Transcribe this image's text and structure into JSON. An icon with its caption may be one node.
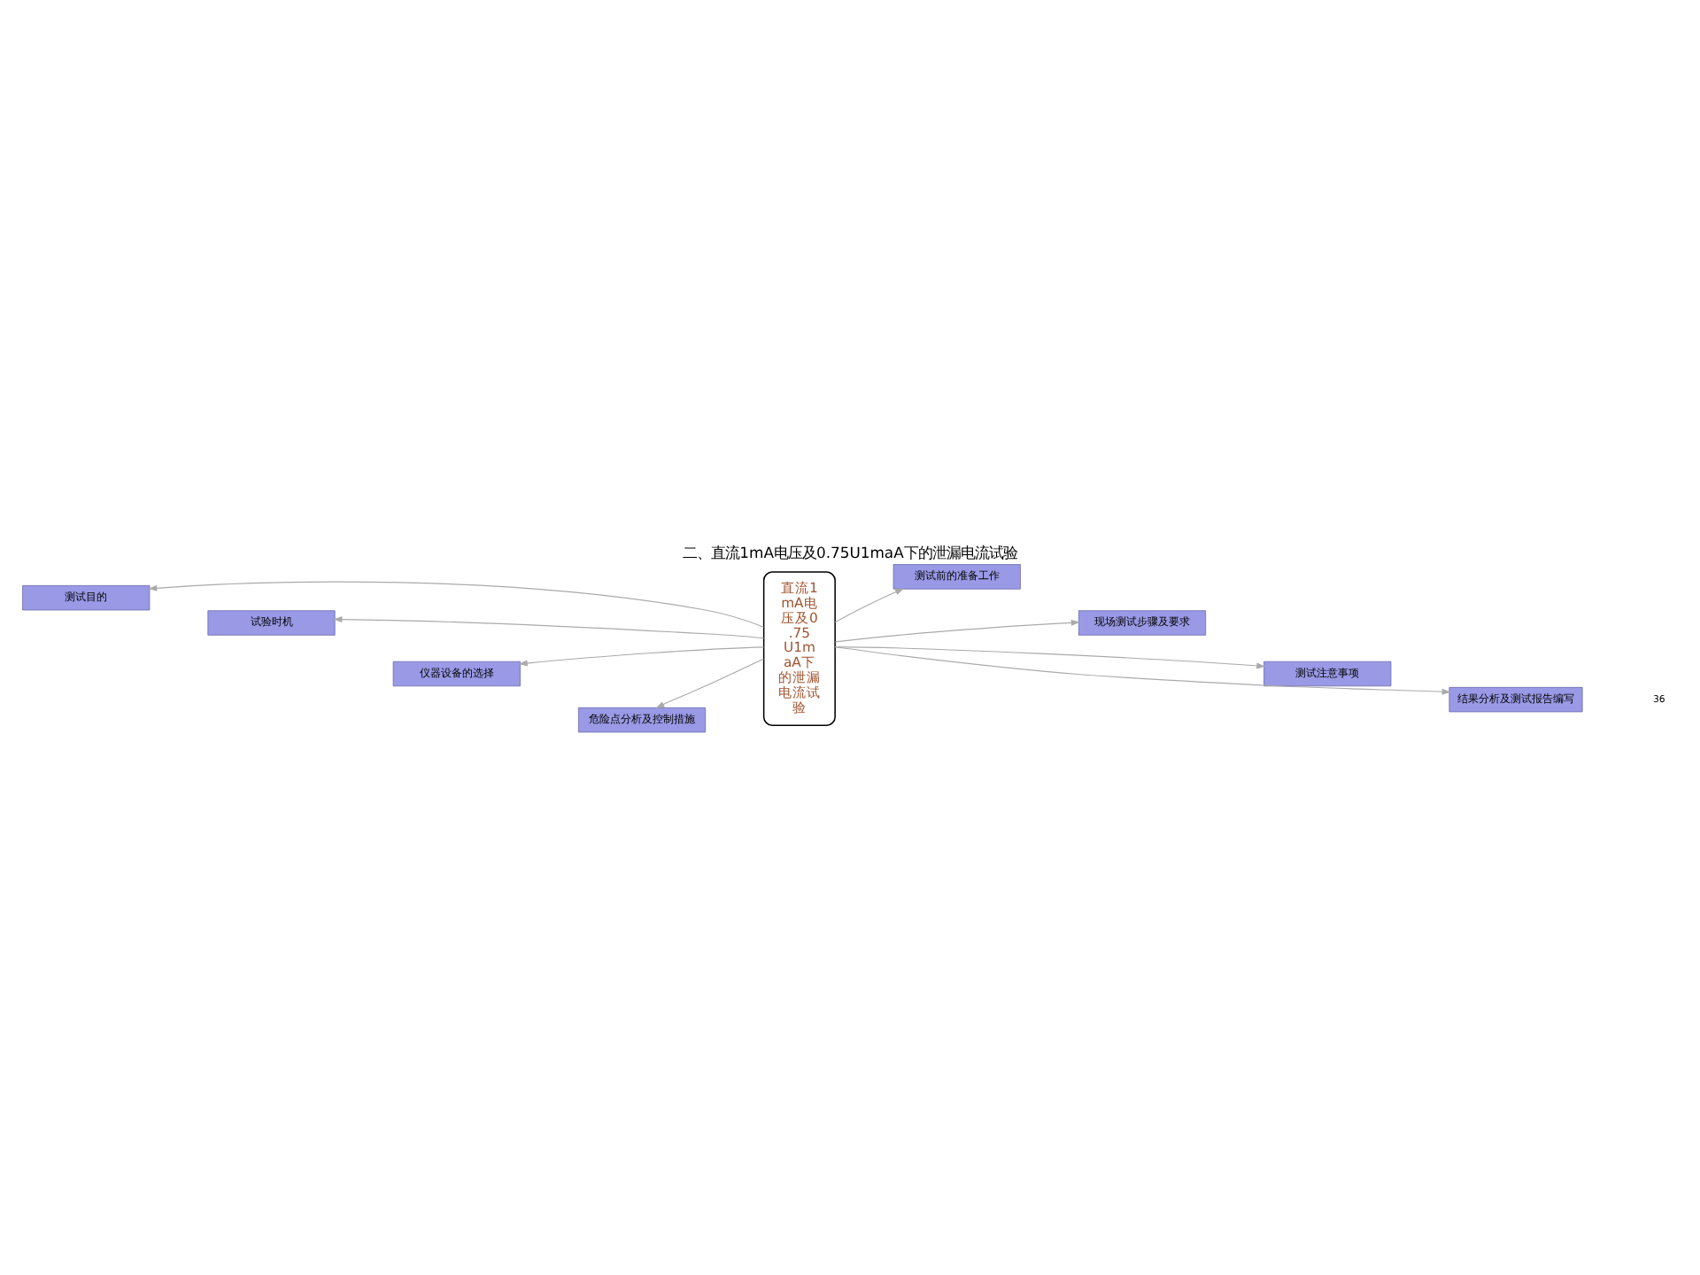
{
  "diagram": {
    "title": "二、直流1mA电压及0.75U1maA下的泄漏电流试验",
    "nodes": [
      {
        "text": [
          "直流1mA电压及0.75U1maA下的泄漏电流试验"
        ]
      },
      {
        "text": [
          "测试目的"
        ]
      },
      {
        "text": [
          "试验时机"
        ]
      },
      {
        "text": [
          "仪器设备的选择"
        ]
      },
      {
        "text": [
          "危险点分析及控制措施"
        ]
      },
      {
        "text": [
          "测试前的准备工作"
        ]
      },
      {
        "text": [
          "现场测试步骤及要求"
        ]
      },
      {
        "text": [
          "测试注意事项"
        ]
      },
      {
        "text": [
          "结果分析及测试报告编写"
        ]
      }
    ],
    "edges": [
      {
        "from": 0,
        "to": 1,
        "arrow": "to"
      },
      {
        "from": 0,
        "to": 2,
        "arrow": "to"
      },
      {
        "from": 0,
        "to": 3,
        "arrow": "to"
      },
      {
        "from": 0,
        "to": 4,
        "arrow": "to"
      },
      {
        "from": 0,
        "to": 5,
        "arrow": "to"
      },
      {
        "from": 0,
        "to": 6,
        "arrow": "to"
      },
      {
        "from": 0,
        "to": 7,
        "arrow": "to"
      },
      {
        "from": 0,
        "to": 8,
        "arrow": "to"
      }
    ],
    "labels": [
      "36"
    ]
  }
}
